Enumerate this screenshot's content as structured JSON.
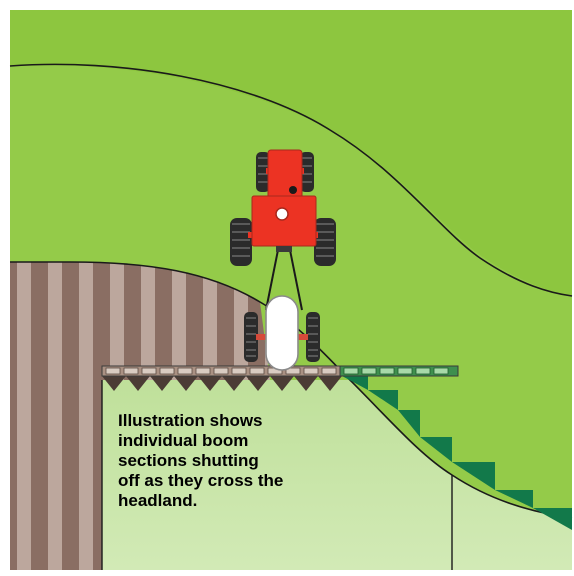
{
  "caption": {
    "lines": [
      "Illustration shows",
      "individual boom",
      "sections shutting",
      "off as they cross the",
      "headland."
    ]
  },
  "colors": {
    "field_green": "#8dc63f",
    "headland_green": "#c6e4a1",
    "soil_dark": "#8a6e63",
    "soil_light": "#bca79d",
    "tractor_red": "#ec3323",
    "sprayer_tank": "#ffffff",
    "boom_section_on": "#aa9183",
    "boom_section_off": "#3f8f4e",
    "sawtooth_dark": "#4b3c35",
    "sawtooth_green": "#12794a"
  },
  "icons": {
    "tractor": "tractor-icon",
    "sprayer": "sprayer-tank-icon"
  }
}
